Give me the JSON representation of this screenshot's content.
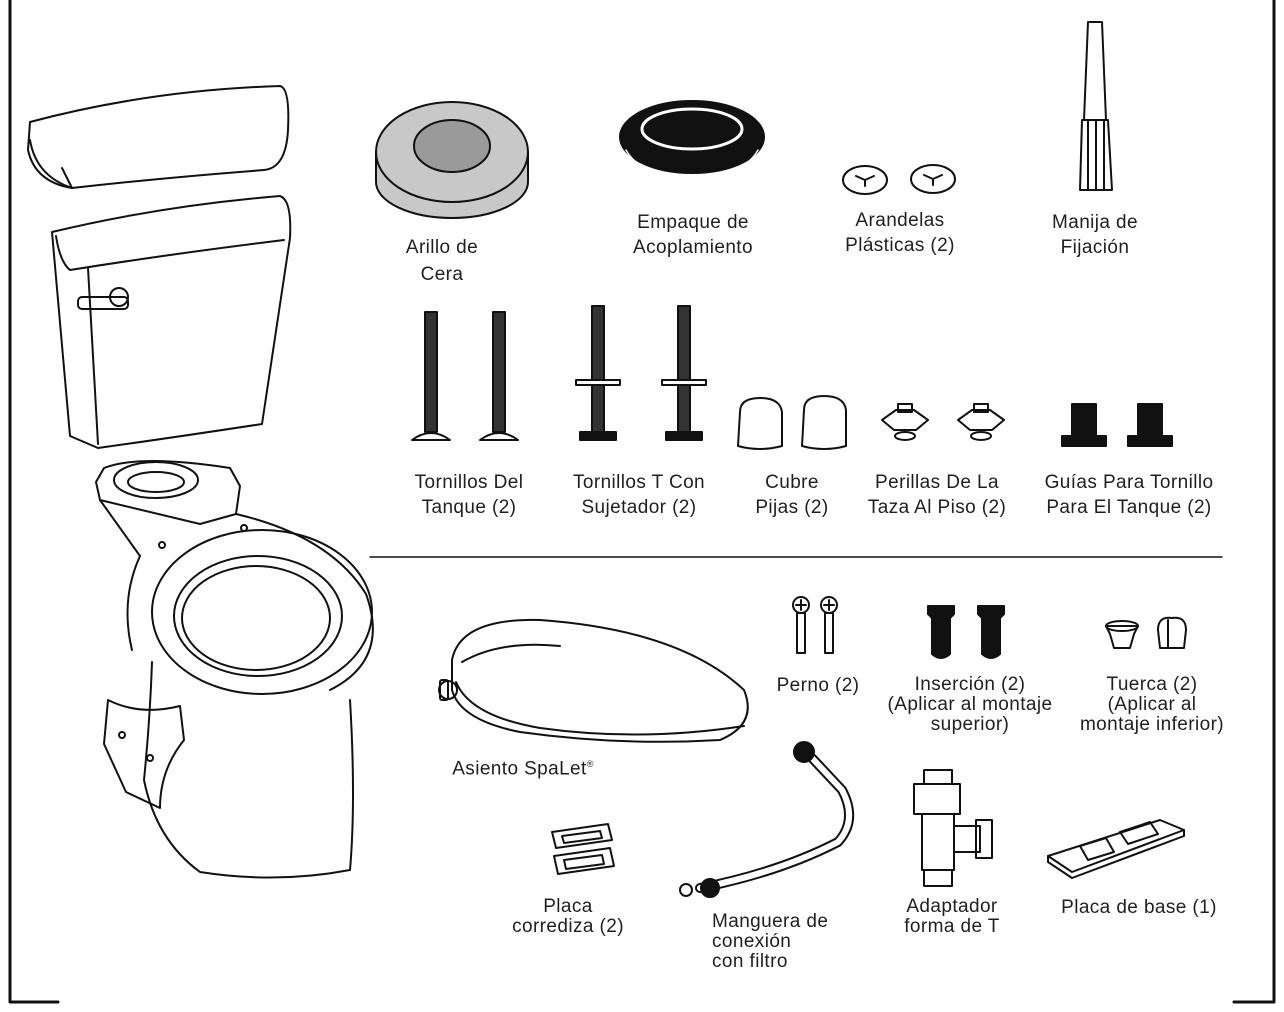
{
  "colors": {
    "ink": "#111111",
    "wax_outer": "#c8c8c8",
    "wax_inner": "#9a9a9a",
    "background": "#ffffff"
  },
  "parts": {
    "wax_ring": [
      "Arillo de",
      "Cera"
    ],
    "gasket": [
      "Empaque de",
      "Acoplamiento"
    ],
    "washers": [
      "Arandelas",
      "Plásticas (2)"
    ],
    "wrench": [
      "Manija de",
      "Fijación"
    ],
    "tank_bolts": [
      "Tornillos Del",
      "Tanque (2)"
    ],
    "t_bolts": [
      "Tornillos T Con",
      "Sujetador (2)"
    ],
    "caps": [
      "Cubre",
      "Pijas (2)"
    ],
    "knobs": [
      "Perillas De La",
      "Taza Al Piso (2)"
    ],
    "guides": [
      "Guías Para Tornillo",
      "Para El Tanque (2)"
    ],
    "bolt": [
      "Perno (2)"
    ],
    "insert": [
      "Inserción (2)",
      "(Aplicar al montaje",
      "superior)"
    ],
    "nut": [
      "Tuerca (2)",
      "(Aplicar al",
      "montaje inferior)"
    ],
    "seat": "Asiento SpaLet",
    "seat_mark": "®",
    "slide_plate": [
      "Placa",
      "corrediza (2)"
    ],
    "hose": [
      "Manguera de",
      "conexión",
      "con filtro"
    ],
    "t_adapter": [
      "Adaptador",
      "forma de T"
    ],
    "base_plate": [
      "Placa de base (1)"
    ]
  }
}
